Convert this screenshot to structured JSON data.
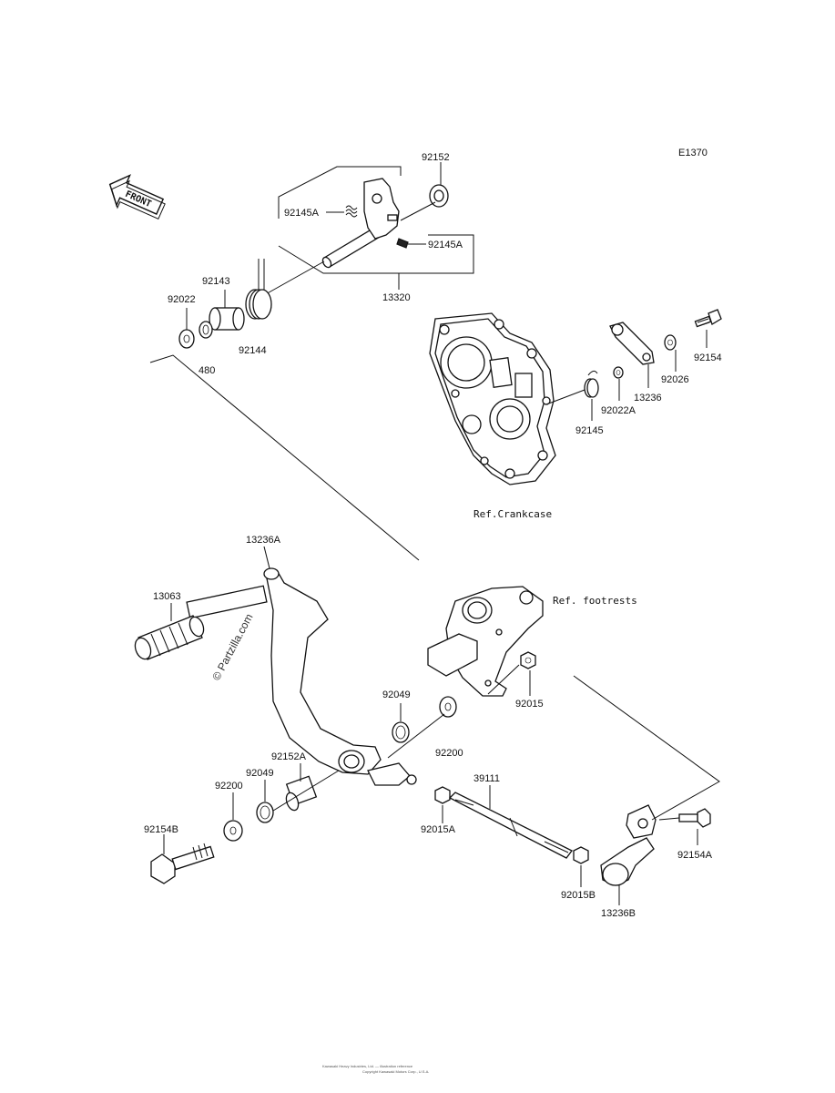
{
  "diagram": {
    "code": "E1370",
    "front_badge": "FRONT",
    "watermark": "© Partzilla.com",
    "refs": {
      "crankcase": "Ref.Crankcase",
      "footrests": "Ref. footrests"
    },
    "parts": {
      "p92152": "92152",
      "p92145A_1": "92145A",
      "p92145A_2": "92145A",
      "p13320": "13320",
      "p92143": "92143",
      "p92022": "92022",
      "p480": "480",
      "p92144": "92144",
      "p92154": "92154",
      "p92026": "92026",
      "p13236": "13236",
      "p92022A": "92022A",
      "p92145": "92145",
      "p13236A": "13236A",
      "p13063": "13063",
      "p92049_1": "92049",
      "p92015": "92015",
      "p92200_1": "92200",
      "p92152A": "92152A",
      "p92049_2": "92049",
      "p92200_2": "92200",
      "p39111": "39111",
      "p92154B": "92154B",
      "p92015A": "92015A",
      "p92015B": "92015B",
      "p13236B": "13236B",
      "p92154A": "92154A"
    },
    "footer_lines": [
      "Kawasaki Heavy Industries, Ltd. — illustration reference",
      "Copyright Kawasaki Motors Corp., U.S.A."
    ]
  }
}
